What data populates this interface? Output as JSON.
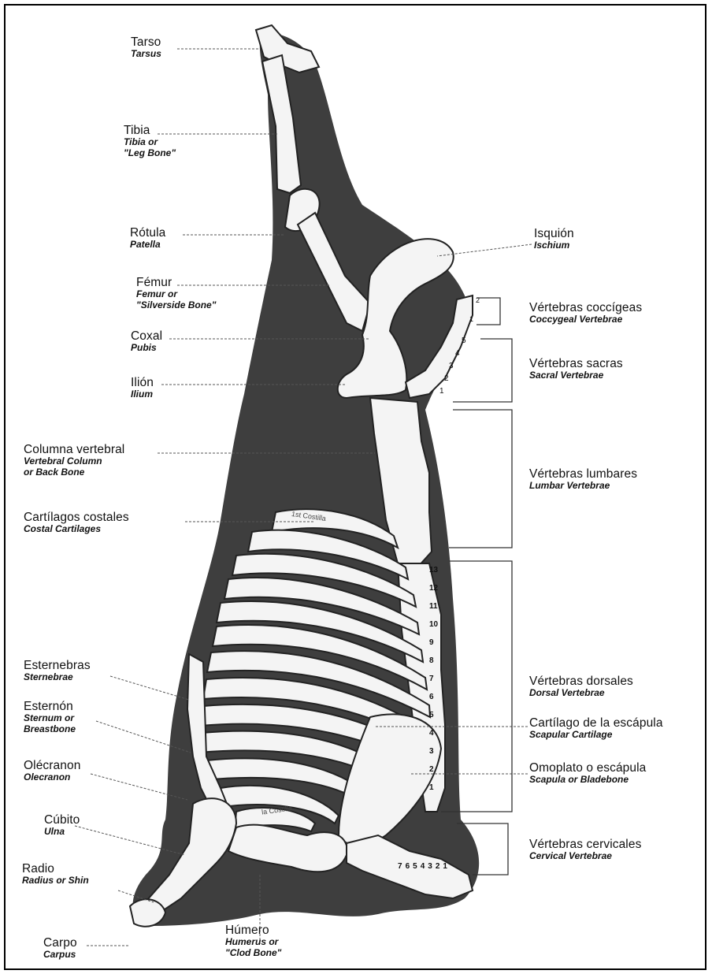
{
  "colors": {
    "carcass": "#3e3e3e",
    "bone": "#f4f4f4",
    "bone_line": "#222222",
    "leader": "#555555"
  },
  "labels": {
    "tarso": {
      "es": "Tarso",
      "en": [
        "Tarsus"
      ]
    },
    "tibia": {
      "es": "Tibia",
      "en": [
        "Tibia or",
        "\"Leg Bone\""
      ]
    },
    "rotula": {
      "es": "Rótula",
      "en": [
        "Patella"
      ]
    },
    "femur": {
      "es": "Fémur",
      "en": [
        "Femur or",
        "\"Silverside Bone\""
      ]
    },
    "coxal": {
      "es": "Coxal",
      "en": [
        "Pubis"
      ]
    },
    "ilion": {
      "es": "Ilión",
      "en": [
        "Ilium"
      ]
    },
    "columna": {
      "es": "Columna vertebral",
      "en": [
        "Vertebral Column",
        "or Back Bone"
      ]
    },
    "cartilagos": {
      "es": "Cartílagos costales",
      "en": [
        "Costal Cartilages"
      ]
    },
    "esternebras": {
      "es": "Esternebras",
      "en": [
        "Sternebrae"
      ]
    },
    "esternon": {
      "es": "Esternón",
      "en": [
        "Sternum or",
        "Breastbone"
      ]
    },
    "olecranon": {
      "es": "Olécranon",
      "en": [
        "Olecranon"
      ]
    },
    "cubito": {
      "es": "Cúbito",
      "en": [
        "Ulna"
      ]
    },
    "radio": {
      "es": "Radio",
      "en": [
        "Radius or Shin"
      ]
    },
    "carpo": {
      "es": "Carpo",
      "en": [
        "Carpus"
      ]
    },
    "humero": {
      "es": "Húmero",
      "en": [
        "Humerus or",
        "\"Clod Bone\""
      ]
    },
    "isquion": {
      "es": "Isquión",
      "en": [
        "Ischium"
      ]
    },
    "coccigeas": {
      "es": "Vértebras coccígeas",
      "en": [
        "Coccygeal Vertebrae"
      ]
    },
    "sacras": {
      "es": "Vértebras sacras",
      "en": [
        "Sacral Vertebrae"
      ]
    },
    "lumbares": {
      "es": "Vértebras lumbares",
      "en": [
        "Lumbar Vertebrae"
      ]
    },
    "dorsales": {
      "es": "Vértebras dorsales",
      "en": [
        "Dorsal Vertebrae"
      ]
    },
    "cartilago_escapula": {
      "es": "Cartílago de la escápula",
      "en": [
        "Scapular Cartilage"
      ]
    },
    "omoplato": {
      "es": "Omoplato o escápula",
      "en": [
        "Scapula or Bladebone"
      ]
    },
    "cervicales": {
      "es": "Vértebras cervicales",
      "en": [
        "Cervical Vertebrae"
      ]
    }
  },
  "bone_numbers": {
    "coccygeal": [
      "2",
      "1"
    ],
    "sacral": [
      "5",
      "4",
      "3",
      "2",
      "1"
    ],
    "dorsal": [
      "13",
      "12",
      "11",
      "10",
      "9",
      "8",
      "7",
      "6",
      "5",
      "4",
      "3",
      "2",
      "1"
    ],
    "cervical": [
      "7",
      "6",
      "5",
      "4",
      "3",
      "2",
      "1"
    ]
  },
  "rib_marks": {
    "first": "1st Costilla",
    "last": "la Costilla"
  }
}
